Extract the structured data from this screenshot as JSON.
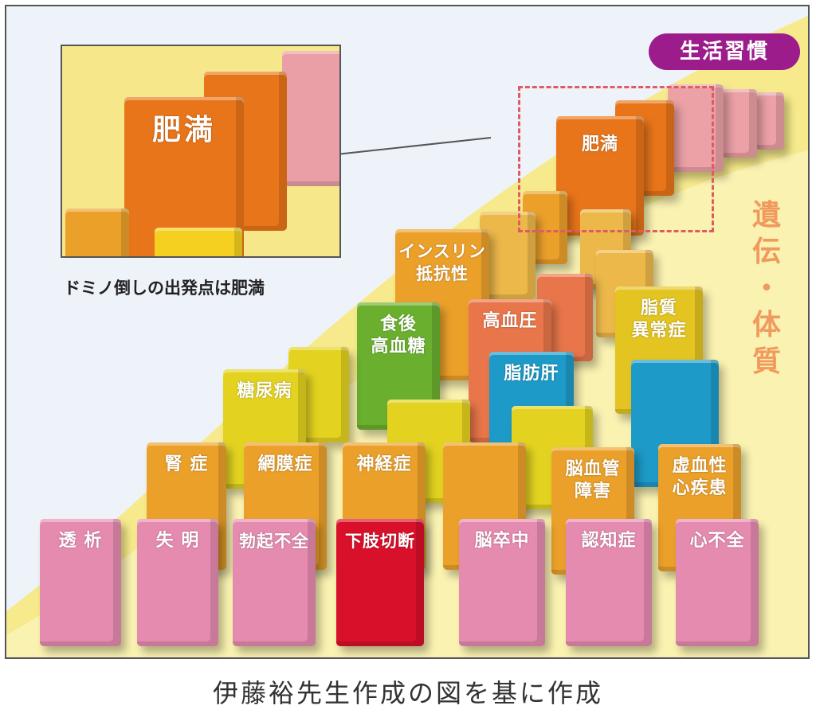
{
  "labels": {
    "lifestyle": "生活習慣",
    "heredity": [
      "遺",
      "伝",
      "・",
      "体",
      "質"
    ],
    "inset_caption": "ドミノ倒しの出発点は肥満",
    "inset_block": "肥満",
    "credit": "伊藤裕先生作成の図を基に作成"
  },
  "blocks": {
    "obesity": "肥満",
    "insulin": "インスリン\n抵抗性",
    "hypertension": "高血圧",
    "dyslipidemia": "脂質\n異常症",
    "postprandial": "食後\n高血糖",
    "fatty_liver": "脂肪肝",
    "diabetes": "糖尿病",
    "nephropathy": "腎 症",
    "retinopathy": "網膜症",
    "neuropathy": "神経症",
    "cerebrovascular": "脳血管\n障害",
    "ischemic_heart": "虚血性\n心疾患",
    "dialysis": "透 析",
    "blindness": "失 明",
    "ed": "勃起不全",
    "amputation": "下肢切断",
    "stroke": "脳卒中",
    "dementia": "認知症",
    "heart_failure": "心不全"
  },
  "colors": {
    "pink": "#e68bb0",
    "pink_light": "#ea9ea6",
    "red": "#d9102a",
    "orange": "#e9751a",
    "amber": "#eba02a",
    "gold": "#edb84a",
    "yellow": "#e3d320",
    "yellow_green": "#c7cf23",
    "green": "#6ab02e",
    "coral": "#e8764a",
    "blue": "#1d9ac8",
    "purple": "#9b1c8a",
    "dash": "#e05a63"
  }
}
